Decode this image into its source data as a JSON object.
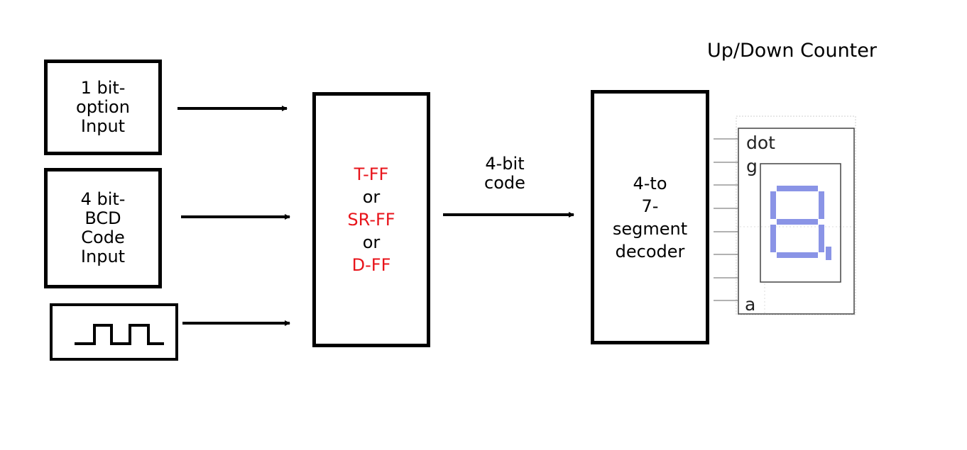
{
  "title": "Up/Down Counter",
  "option_input": [
    "1 bit-",
    "option",
    "Input"
  ],
  "bcd_input": [
    "4 bit-",
    "BCD",
    "Code",
    "Input"
  ],
  "clock_icon": "square-wave-clock-icon",
  "flipflop": {
    "options": [
      "T-FF",
      "SR-FF",
      "D-FF"
    ],
    "separator": "or"
  },
  "bus_label": [
    "4-bit",
    "code"
  ],
  "decoder": [
    "4-to",
    "7-",
    "segment",
    "decoder"
  ],
  "display": {
    "pin_top_label": "dot",
    "pin_second_label": "g",
    "pin_bottom_label": "a",
    "segment_color": "#8a94e6"
  },
  "colors": {
    "highlight": "#e8141b",
    "stroke": "#000000"
  }
}
